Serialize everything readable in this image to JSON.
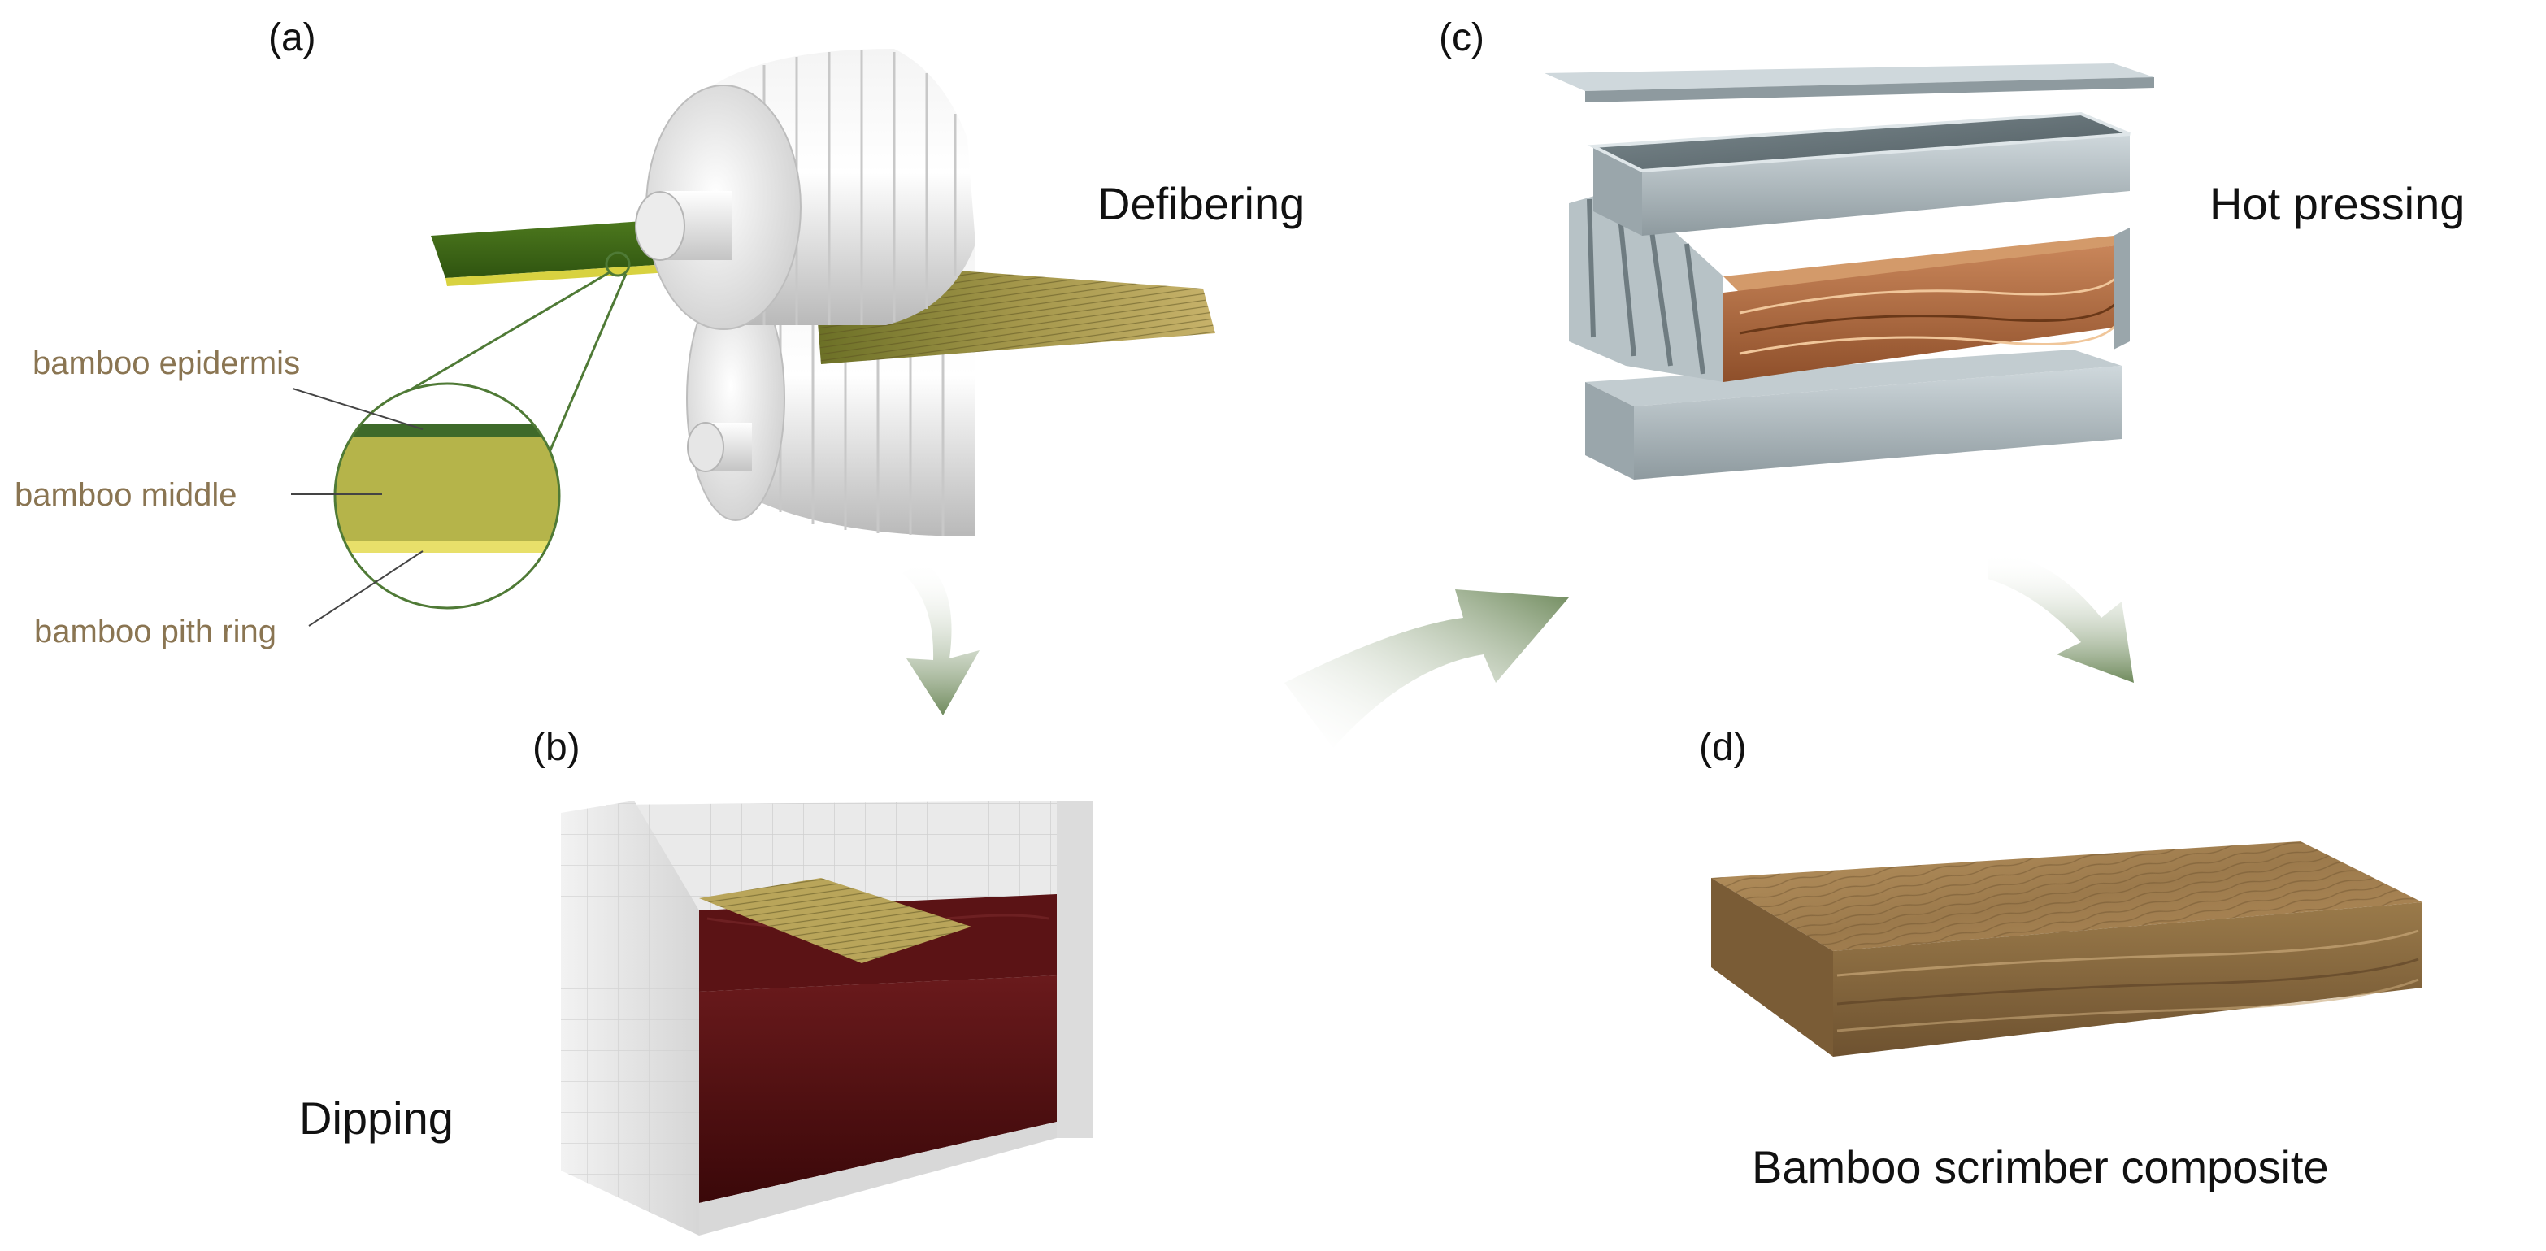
{
  "panels": {
    "a": {
      "letter": "(a)",
      "step": "Defibering"
    },
    "b": {
      "letter": "(b)",
      "step": "Dipping"
    },
    "c": {
      "letter": "(c)",
      "step": "Hot pressing"
    },
    "d": {
      "letter": "(d)",
      "step": "Bamboo scrimber composite"
    }
  },
  "cross_section": {
    "layers": [
      {
        "label": "bamboo epidermis",
        "color": "#3e6a2a"
      },
      {
        "label": "bamboo middle",
        "color": "#b5b44a"
      },
      {
        "label": "bamboo pith ring",
        "color": "#e8e06a"
      }
    ]
  },
  "colors": {
    "arrow": "#6f8a5c",
    "resin": "#4a0e10",
    "press_metal": "#aeb9bd",
    "bamboo_green": "#4e7a1e",
    "bamboo_fiber": "#b9a55a",
    "composite_wood": "#a8845a"
  },
  "icons": [
    "roller-icon",
    "tank-icon",
    "press-icon",
    "board-icon",
    "process-arrow-icon"
  ]
}
